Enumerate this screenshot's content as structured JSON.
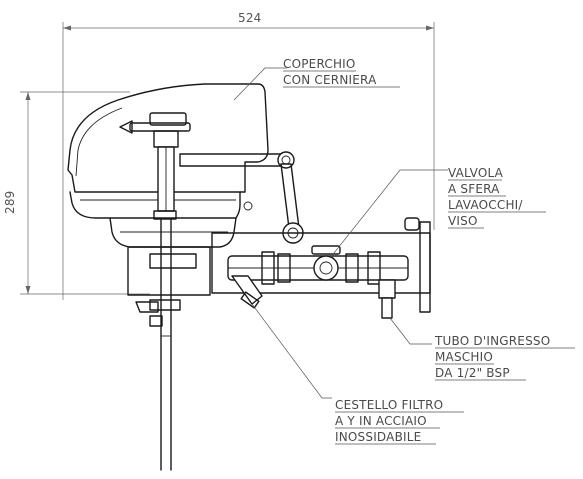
{
  "dimensions": {
    "width_label": "524",
    "height_label": "289"
  },
  "callouts": {
    "lid": [
      "COPERCHIO",
      "CON CERNIERA"
    ],
    "valve": [
      "VALVOLA",
      "A SFERA",
      "LAVAOCCHI/",
      "VISO"
    ],
    "inlet": [
      "TUBO D'INGRESSO",
      "MASCHIO",
      "DA 1/2\" BSP"
    ],
    "filter": [
      "CESTELLO FILTRO",
      "A Y IN ACCIAIO",
      "INOSSIDABILE"
    ]
  },
  "colors": {
    "line": "#1a1a1a",
    "text": "#4a4a4a"
  }
}
